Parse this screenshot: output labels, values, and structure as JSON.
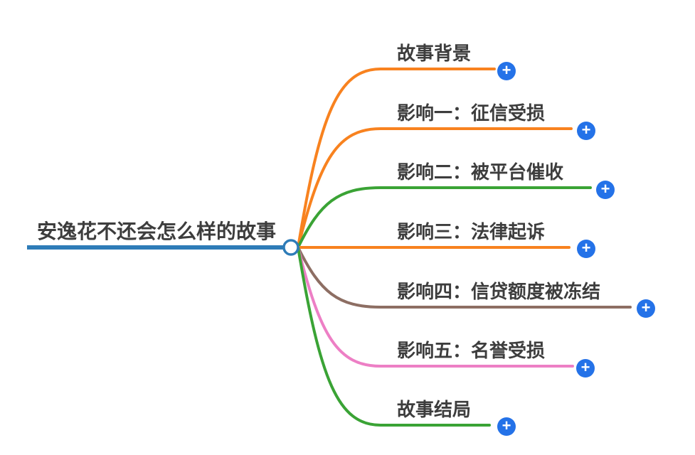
{
  "central": {
    "label": "安逸花不还会怎么样的故事",
    "color": "#2e7cb8"
  },
  "branches": [
    {
      "label": "故事背景",
      "color": "#f8821f"
    },
    {
      "label": "影响一：征信受损",
      "color": "#f8821f"
    },
    {
      "label": "影响二：被平台催收",
      "color": "#3aa335"
    },
    {
      "label": "影响三：法律起诉",
      "color": "#f8821f"
    },
    {
      "label": "影响四：信贷额度被冻结",
      "color": "#8d6e63"
    },
    {
      "label": "影响五：名誉受损",
      "color": "#ed7fc5"
    },
    {
      "label": "故事结局",
      "color": "#3aa335"
    }
  ],
  "icons": {
    "plus": "+"
  },
  "ui": {
    "plus_button_color": "#2472e8",
    "background_color": "#ffffff",
    "text_color": "#3d3d3d"
  }
}
